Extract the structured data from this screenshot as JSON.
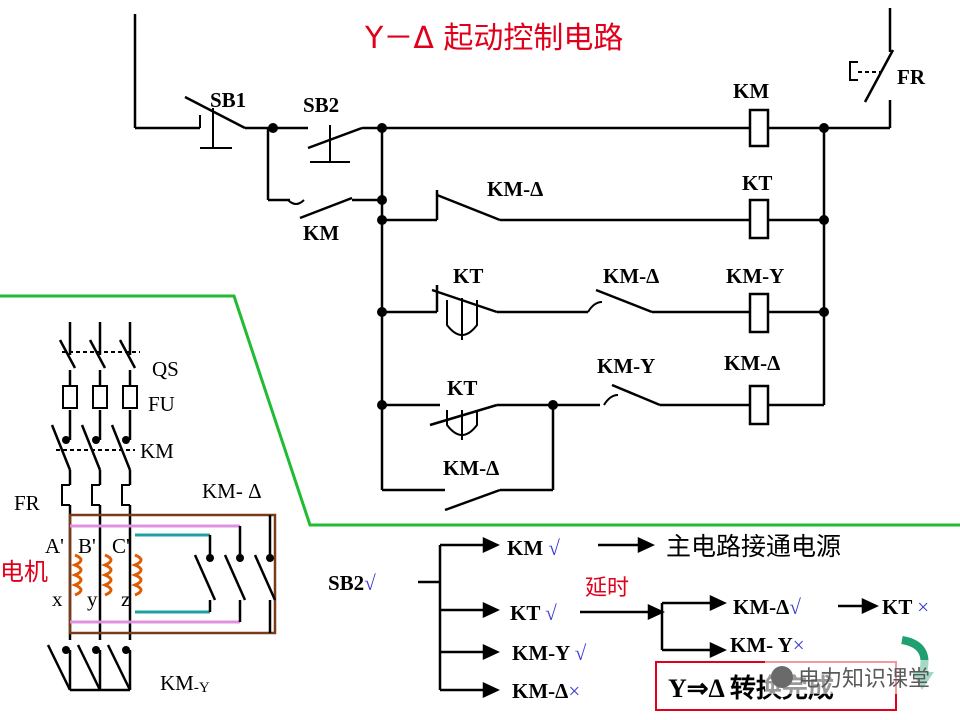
{
  "title": "Y－Δ 起动控制电路",
  "control": {
    "sb1": "SB1",
    "sb2": "SB2",
    "km_contact": "KM",
    "fr": "FR",
    "coil_km": "KM",
    "coil_kt": "KT",
    "coil_kmy": "KM-Y",
    "coil_kmd": "KM-Δ",
    "c_kmd_nc": "KM-Δ",
    "c_kt1": "KT",
    "c_kmd2": "KM-Δ",
    "c_kmy": "KM-Y",
    "c_kt2": "KT",
    "c_kmd3": "KM-Δ"
  },
  "main": {
    "qs": "QS",
    "fu": "FU",
    "km": "KM",
    "fr": "FR",
    "kmd": "KM- Δ",
    "a": "A'",
    "b": "B'",
    "c": "C'",
    "x": "x",
    "y": "y",
    "z": "z",
    "motor": "电机",
    "kmy": "KM",
    "kmy_sub": "-Y"
  },
  "sequence": {
    "sb2": "SB2",
    "check": "√",
    "cross": "×",
    "km": "KM",
    "main_circuit": "主电路接通电源",
    "kt": "KT",
    "kmy": "KM-Y",
    "kmd": "KM-Δ",
    "delay": "延时",
    "kmd2": "KM-Δ",
    "kt2": "KT",
    "kmy2": "KM- Y",
    "result": "Y⇒Δ 转换完成"
  },
  "watermark": "电力知识课堂",
  "colors": {
    "title": "#e0001b",
    "green_frame": "#22bb33",
    "accent_blue": "#3b3bd6",
    "coil_orange": "#e05a00",
    "pink": "#e090e0",
    "teal": "#20a0a0",
    "brown": "#7a3b1a"
  }
}
